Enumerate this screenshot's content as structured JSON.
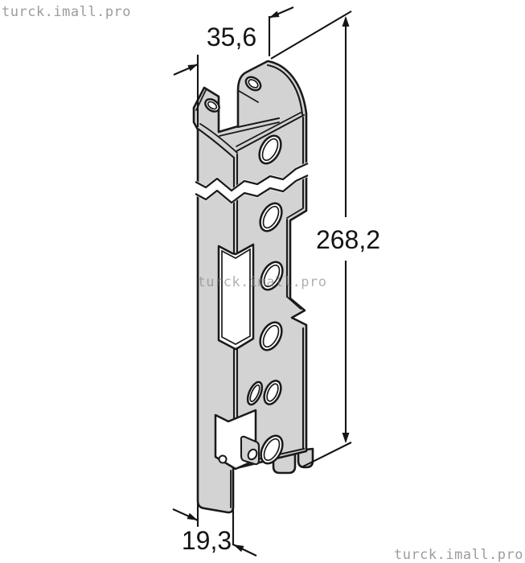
{
  "watermark": {
    "text": "turck.imall.pro"
  },
  "dimensions": {
    "top_width": "35,6",
    "overall_height": "268,2",
    "depth": "19,3"
  },
  "drawing": {
    "subject": "mounting-bracket-isometric-view"
  },
  "colors": {
    "background": "#ffffff",
    "part_fill": "#d3d3d3",
    "line": "#1a1a1a",
    "watermark_gray": "#9c9c9c"
  }
}
